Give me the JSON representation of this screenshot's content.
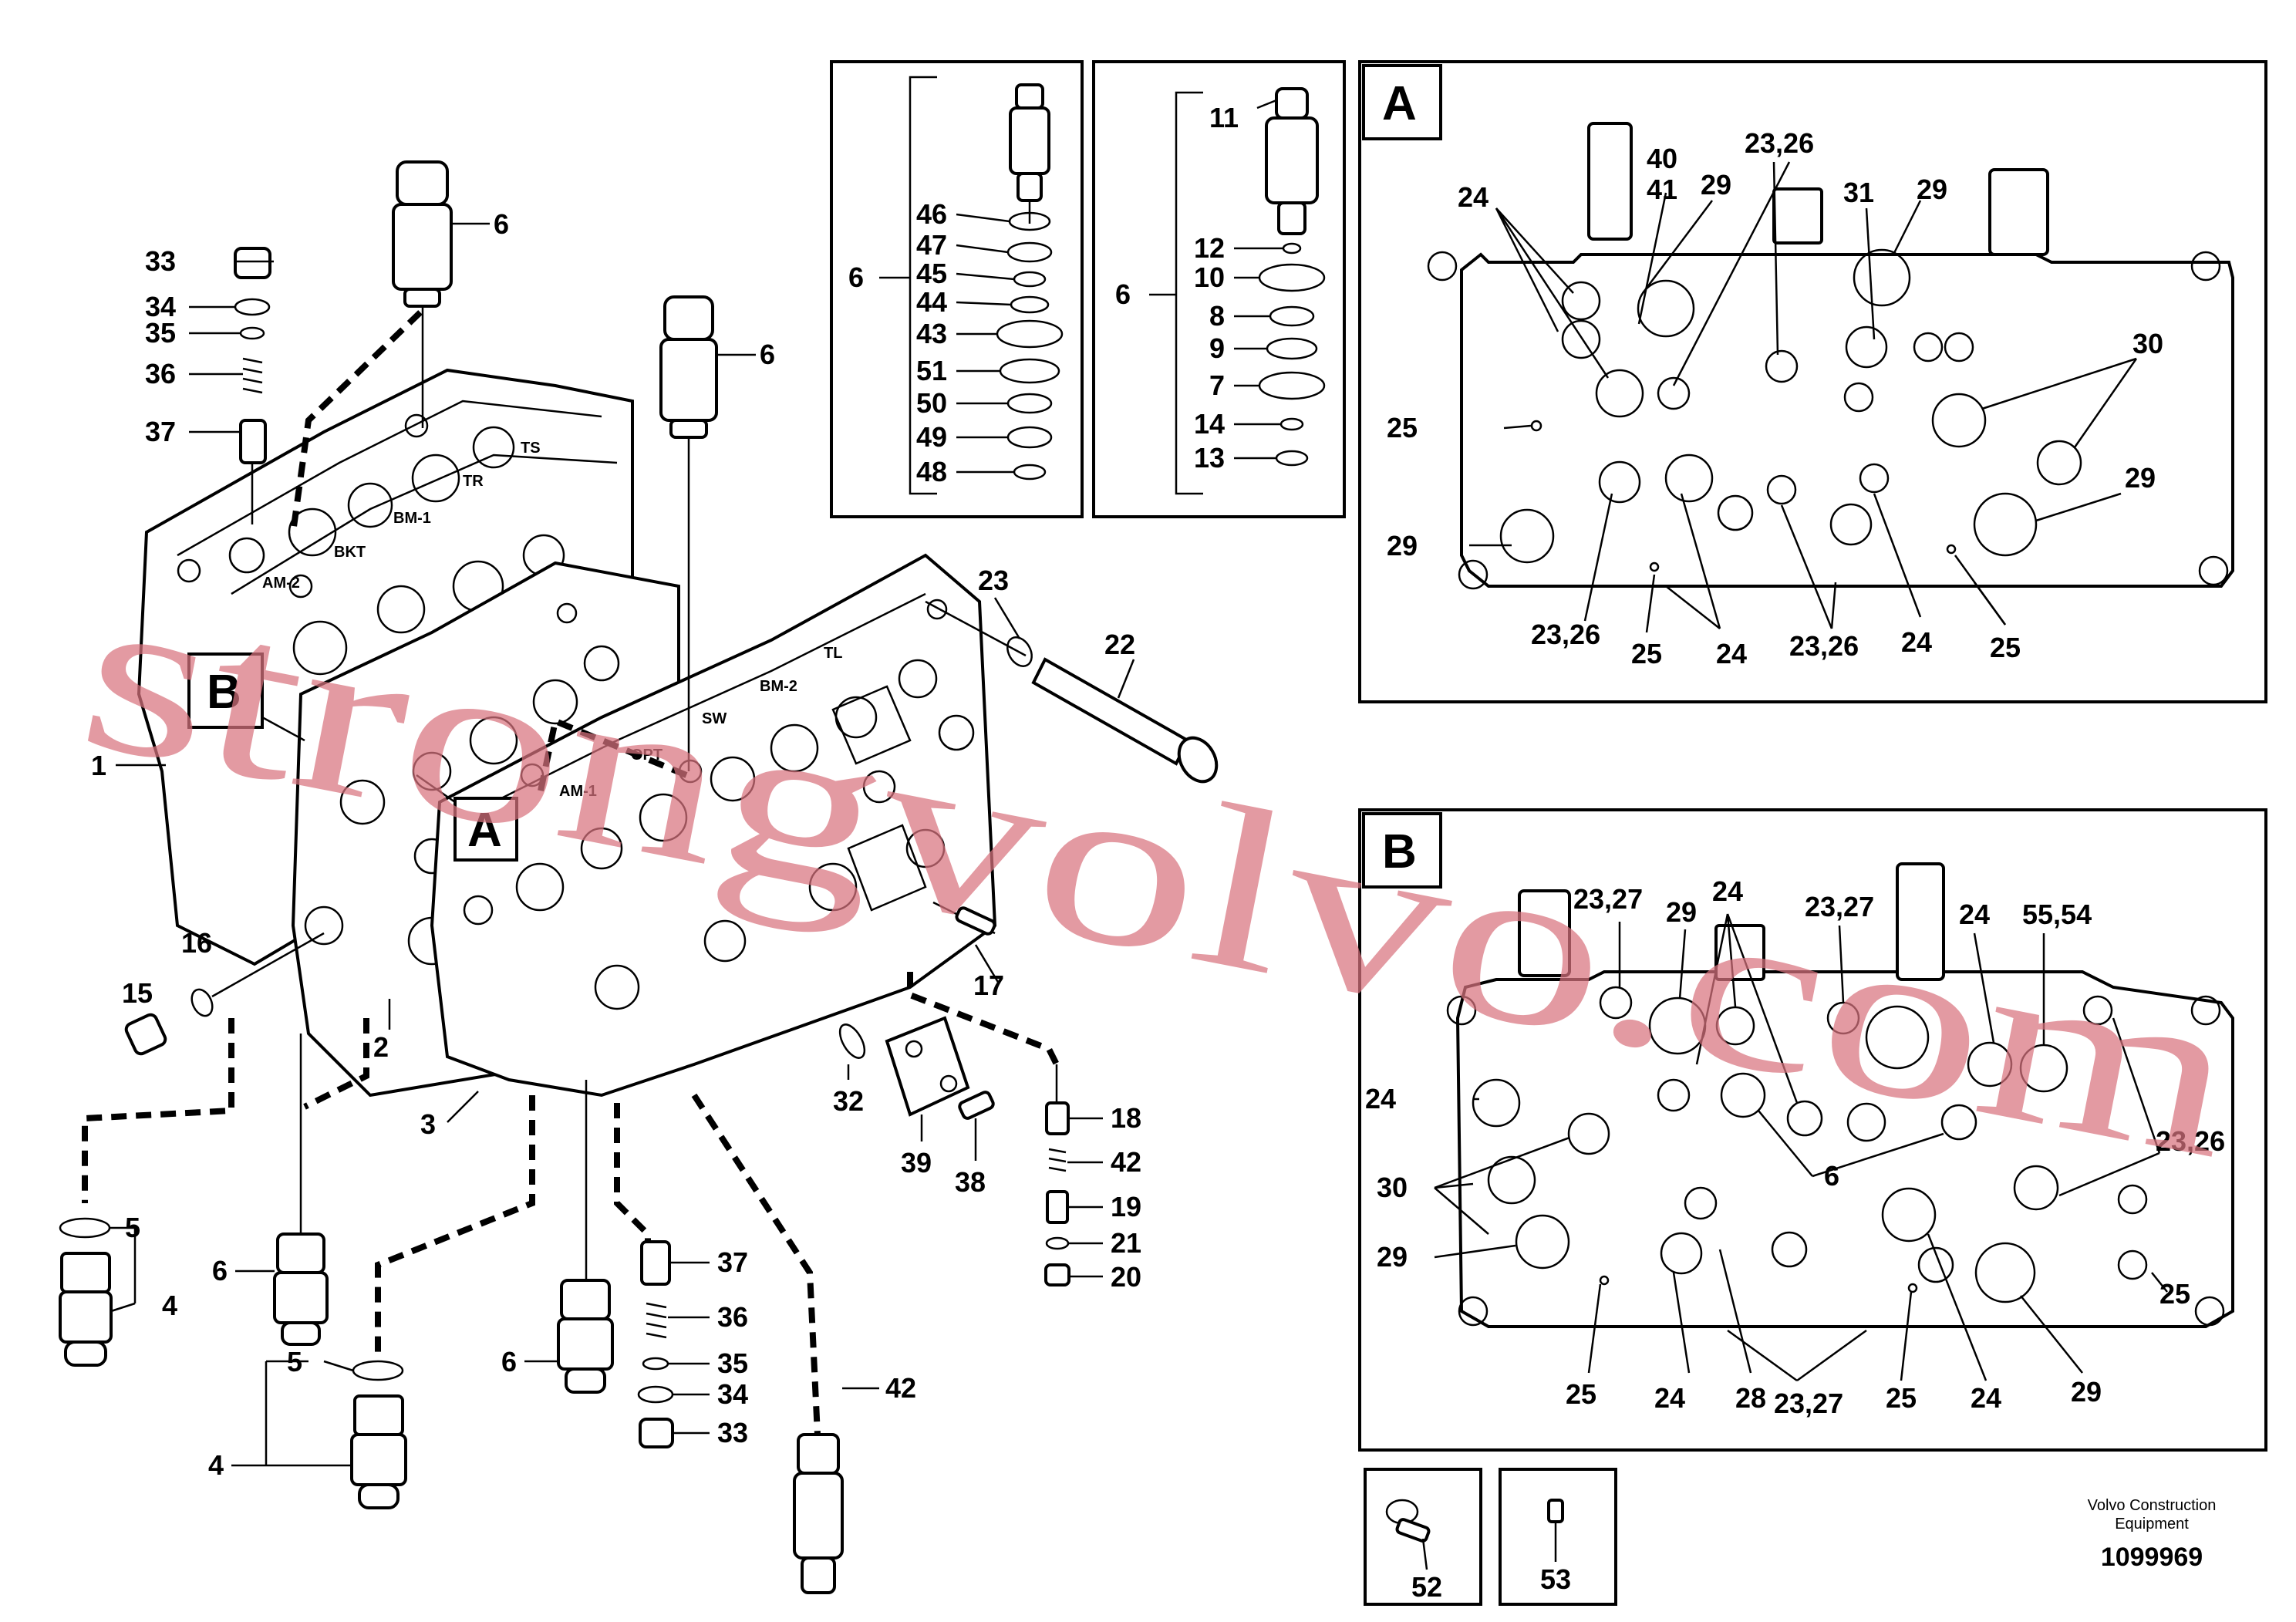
{
  "labels": {
    "l1": "1",
    "l2": "2",
    "l3": "3",
    "l4a": "4",
    "l4b": "4",
    "l5a": "5",
    "l5b": "5",
    "l6a": "6",
    "l6b": "6",
    "l6c": "6",
    "l6d": "6",
    "l6e": "6",
    "l6f": "6",
    "l15": "15",
    "l16": "16",
    "l17": "17",
    "l18": "18",
    "l19": "19",
    "l20": "20",
    "l21": "21",
    "l22": "22",
    "l23": "23",
    "l32": "32",
    "l33a": "33",
    "l33b": "33",
    "l34a": "34",
    "l34b": "34",
    "l35a": "35",
    "l35b": "35",
    "l36a": "36",
    "l36b": "36",
    "l37a": "37",
    "l37b": "37",
    "l38": "38",
    "l39": "39",
    "l42a": "42",
    "l42b": "42"
  },
  "ports": {
    "ts": "TS",
    "tr": "TR",
    "bm1": "BM-1",
    "bkt": "BKT",
    "am2": "AM-2",
    "tl": "TL",
    "bm2": "BM-2",
    "sw": "SW",
    "opt": "OPT",
    "am1": "AM-1"
  },
  "callouts": {
    "a": "A",
    "b": "B"
  },
  "kit1": {
    "assembly": "6",
    "items": [
      "46",
      "47",
      "45",
      "44",
      "43",
      "51",
      "50",
      "49",
      "48"
    ]
  },
  "kit2": {
    "assembly": "6",
    "top": "11",
    "items": [
      "12",
      "10",
      "8",
      "9",
      "7",
      "14",
      "13"
    ]
  },
  "detailA": {
    "title": "A",
    "labels": {
      "a24a": "24",
      "a4041": "40\n41",
      "a2326a": "23,26",
      "a29a": "29",
      "a31": "31",
      "a29b": "29",
      "a30": "30",
      "a25a": "25",
      "a29c": "29",
      "a29d": "29",
      "a2326b": "23,26",
      "a25b": "25",
      "a24b": "24",
      "a2326c": "23,26",
      "a24c": "24",
      "a25c": "25"
    }
  },
  "detailB": {
    "title": "B",
    "labels": {
      "b2327a": "23,27",
      "b29a": "29",
      "b24a": "24",
      "b2327b": "23,27",
      "b24b": "24",
      "b5554": "55,54",
      "b24c": "24",
      "b6": "6",
      "b2326": "23,26",
      "b30": "30",
      "b29b": "29",
      "b25a": "25",
      "b25b": "25",
      "b24d": "24",
      "b28": "28",
      "b2327c": "23,27",
      "b25c": "25",
      "b24e": "24",
      "b29c": "29"
    }
  },
  "extras": {
    "i52": "52",
    "i53": "53"
  },
  "footer": {
    "credit_line1": "Volvo Construction",
    "credit_line2": "Equipment",
    "drawing_number": "1099969"
  },
  "watermark": "strongvolvo.com"
}
